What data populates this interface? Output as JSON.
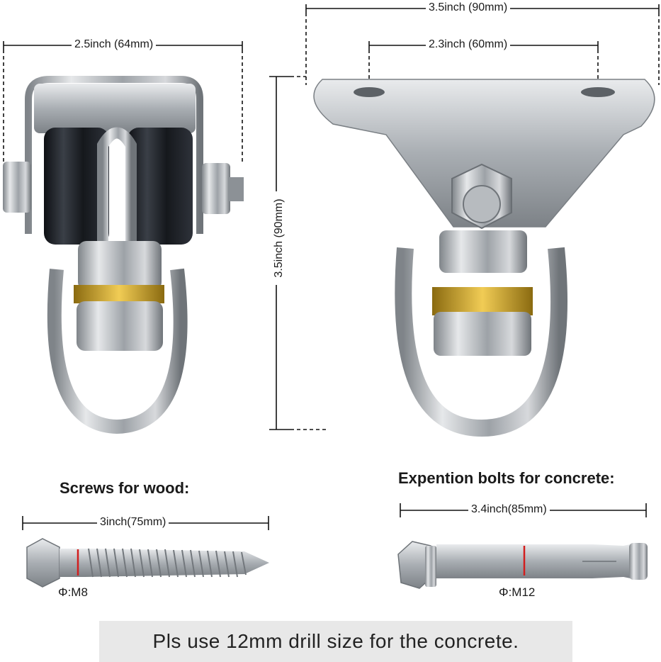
{
  "dimensions": {
    "left_width": "2.5inch (64mm)",
    "right_width": "3.5inch (90mm)",
    "right_hole_spacing": "2.3inch (60mm)",
    "height": "3.5inch (90mm)",
    "screw_length": "3inch(75mm)",
    "bolt_length": "3.4inch(85mm)"
  },
  "headings": {
    "screws": "Screws for wood:",
    "bolts": "Expention bolts for concrete:"
  },
  "diameters": {
    "screw": "Φ:M8",
    "bolt": "Φ:M12"
  },
  "banner": {
    "text": "Pls use 12mm drill size for the concrete."
  },
  "colors": {
    "steel": "#b8bcc0",
    "dark_roller": "#1c1f24",
    "gold_bearing": "#c8a02a",
    "indicator_red": "#d21e1e",
    "banner_bg": "#e8e8e8"
  }
}
